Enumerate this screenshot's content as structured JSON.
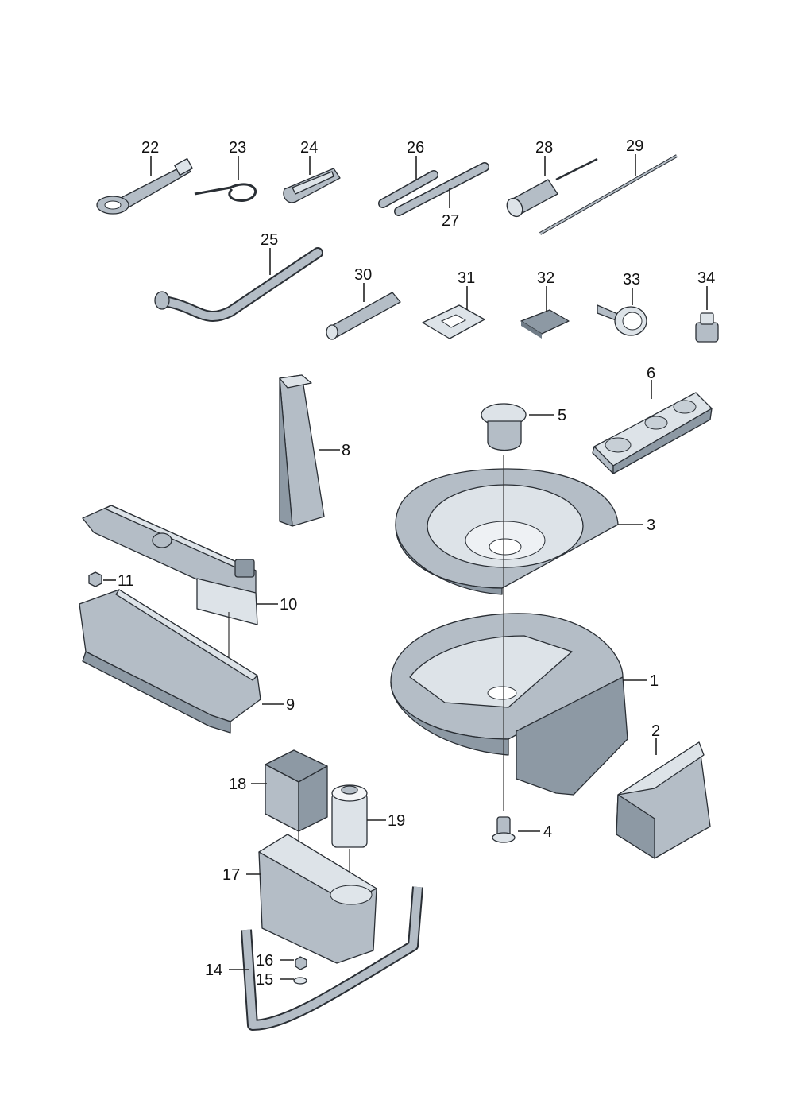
{
  "diagram": {
    "labels": {
      "p1": "1",
      "p2": "2",
      "p3": "3",
      "p4": "4",
      "p5": "5",
      "p6": "6",
      "p8": "8",
      "p9": "9",
      "p10": "10",
      "p11": "11",
      "p14": "14",
      "p15": "15",
      "p16": "16",
      "p17": "17",
      "p18": "18",
      "p19": "19",
      "p22": "22",
      "p23": "23",
      "p24": "24",
      "p25": "25",
      "p26": "26",
      "p27": "27",
      "p28": "28",
      "p29": "29",
      "p30": "30",
      "p31": "31",
      "p32": "32",
      "p33": "33",
      "p34": "34"
    }
  }
}
